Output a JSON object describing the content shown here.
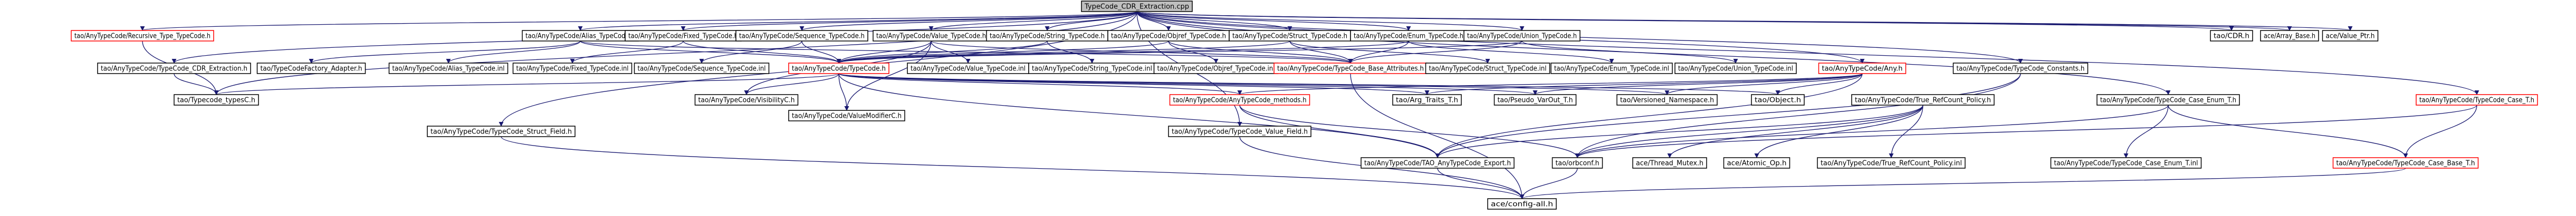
{
  "diagram": {
    "title": "TypeCode_CDR_Extraction.cpp",
    "colors": {
      "edge": "#191970",
      "box_fill": "#ffffff",
      "box_stroke": "#000000",
      "root_fill": "#bfbfbf",
      "missing_stroke": "#ff0000",
      "text": "#000000"
    },
    "nodes": [
      {
        "id": "root",
        "label": "TypeCode_CDR_Extraction.cpp",
        "kind": "root"
      },
      {
        "id": "recursive",
        "label": "tao/AnyTypeCode/Recursive_Type_TypeCode.h",
        "kind": "missing"
      },
      {
        "id": "alias",
        "label": "tao/AnyTypeCode/Alias_TypeCode.h",
        "kind": "normal"
      },
      {
        "id": "fixed",
        "label": "tao/AnyTypeCode/Fixed_TypeCode.h",
        "kind": "normal"
      },
      {
        "id": "sequence",
        "label": "tao/AnyTypeCode/Sequence_TypeCode.h",
        "kind": "normal"
      },
      {
        "id": "value",
        "label": "tao/AnyTypeCode/Value_TypeCode.h",
        "kind": "normal"
      },
      {
        "id": "string",
        "label": "tao/AnyTypeCode/String_TypeCode.h",
        "kind": "normal"
      },
      {
        "id": "objref",
        "label": "tao/AnyTypeCode/Objref_TypeCode.h",
        "kind": "normal"
      },
      {
        "id": "struct",
        "label": "tao/AnyTypeCode/Struct_TypeCode.h",
        "kind": "normal"
      },
      {
        "id": "enumtc",
        "label": "tao/AnyTypeCode/Enum_TypeCode.h",
        "kind": "normal"
      },
      {
        "id": "union",
        "label": "tao/AnyTypeCode/Union_TypeCode.h",
        "kind": "normal"
      },
      {
        "id": "cdr",
        "label": "tao/CDR.h",
        "kind": "normal"
      },
      {
        "id": "arraybase",
        "label": "ace/Array_Base.h",
        "kind": "normal"
      },
      {
        "id": "valueptr",
        "label": "ace/Value_Ptr.h",
        "kind": "normal"
      },
      {
        "id": "cdr_extract",
        "label": "tao/AnyTypeCode/TypeCode_CDR_Extraction.h",
        "kind": "normal"
      },
      {
        "id": "factory_adapter",
        "label": "tao/TypeCodeFactory_Adapter.h",
        "kind": "normal"
      },
      {
        "id": "alias_inl",
        "label": "tao/AnyTypeCode/Alias_TypeCode.inl",
        "kind": "normal"
      },
      {
        "id": "fixed_inl",
        "label": "tao/AnyTypeCode/Fixed_TypeCode.inl",
        "kind": "normal"
      },
      {
        "id": "sequence_inl",
        "label": "tao/AnyTypeCode/Sequence_TypeCode.inl",
        "kind": "normal"
      },
      {
        "id": "typecode_h",
        "label": "tao/AnyTypeCode/TypeCode.h",
        "kind": "missing"
      },
      {
        "id": "value_inl",
        "label": "tao/AnyTypeCode/Value_TypeCode.inl",
        "kind": "normal"
      },
      {
        "id": "string_inl",
        "label": "tao/AnyTypeCode/String_TypeCode.inl",
        "kind": "normal"
      },
      {
        "id": "objref_inl",
        "label": "tao/AnyTypeCode/Objref_TypeCode.inl",
        "kind": "normal"
      },
      {
        "id": "base_attr",
        "label": "tao/AnyTypeCode/TypeCode_Base_Attributes.h",
        "kind": "missing"
      },
      {
        "id": "struct_inl",
        "label": "tao/AnyTypeCode/Struct_TypeCode.inl",
        "kind": "normal"
      },
      {
        "id": "enum_inl",
        "label": "tao/AnyTypeCode/Enum_TypeCode.inl",
        "kind": "normal"
      },
      {
        "id": "union_inl",
        "label": "tao/AnyTypeCode/Union_TypeCode.inl",
        "kind": "normal"
      },
      {
        "id": "any_h",
        "label": "tao/AnyTypeCode/Any.h",
        "kind": "missing"
      },
      {
        "id": "tc_constants",
        "label": "tao/AnyTypeCode/TypeCode_Constants.h",
        "kind": "normal"
      },
      {
        "id": "typecode_typesc",
        "label": "tao/Typecode_typesC.h",
        "kind": "normal"
      },
      {
        "id": "visibilityc",
        "label": "tao/AnyTypeCode/VisibilityC.h",
        "kind": "normal"
      },
      {
        "id": "valuemodifierc",
        "label": "tao/AnyTypeCode/ValueModifierC.h",
        "kind": "normal"
      },
      {
        "id": "methods",
        "label": "tao/AnyTypeCode/AnyTypeCode_methods.h",
        "kind": "missing"
      },
      {
        "id": "argtraits",
        "label": "tao/Arg_Traits_T.h",
        "kind": "normal"
      },
      {
        "id": "pseudo",
        "label": "tao/Pseudo_VarOut_T.h",
        "kind": "normal"
      },
      {
        "id": "versioned",
        "label": "tao/Versioned_Namespace.h",
        "kind": "normal"
      },
      {
        "id": "objecth",
        "label": "tao/Object.h",
        "kind": "normal"
      },
      {
        "id": "refcount_policy",
        "label": "tao/AnyTypeCode/True_RefCount_Policy.h",
        "kind": "normal"
      },
      {
        "id": "case_enum_t",
        "label": "tao/AnyTypeCode/TypeCode_Case_Enum_T.h",
        "kind": "normal"
      },
      {
        "id": "case_t",
        "label": "tao/AnyTypeCode/TypeCode_Case_T.h",
        "kind": "missing"
      },
      {
        "id": "struct_field",
        "label": "tao/AnyTypeCode/TypeCode_Struct_Field.h",
        "kind": "normal"
      },
      {
        "id": "value_field",
        "label": "tao/AnyTypeCode/TypeCode_Value_Field.h",
        "kind": "normal"
      },
      {
        "id": "export",
        "label": "tao/AnyTypeCode/TAO_AnyTypeCode_Export.h",
        "kind": "normal"
      },
      {
        "id": "orbconf",
        "label": "tao/orbconf.h",
        "kind": "normal"
      },
      {
        "id": "thread_mutex",
        "label": "ace/Thread_Mutex.h",
        "kind": "normal"
      },
      {
        "id": "atomic_op",
        "label": "ace/Atomic_Op.h",
        "kind": "normal"
      },
      {
        "id": "refcount_inl",
        "label": "tao/AnyTypeCode/True_RefCount_Policy.inl",
        "kind": "normal"
      },
      {
        "id": "case_enum_inl",
        "label": "tao/AnyTypeCode/TypeCode_Case_Enum_T.inl",
        "kind": "normal"
      },
      {
        "id": "case_base_t",
        "label": "tao/AnyTypeCode/TypeCode_Case_Base_T.h",
        "kind": "missing"
      },
      {
        "id": "config_all",
        "label": "ace/config-all.h",
        "kind": "normal"
      }
    ],
    "edges": [
      [
        "root",
        "recursive"
      ],
      [
        "root",
        "alias"
      ],
      [
        "root",
        "fixed"
      ],
      [
        "root",
        "sequence"
      ],
      [
        "root",
        "value"
      ],
      [
        "root",
        "string"
      ],
      [
        "root",
        "objref"
      ],
      [
        "root",
        "struct"
      ],
      [
        "root",
        "enumtc"
      ],
      [
        "root",
        "union"
      ],
      [
        "root",
        "cdr"
      ],
      [
        "root",
        "arraybase"
      ],
      [
        "root",
        "valueptr"
      ],
      [
        "root",
        "cdr_extract"
      ],
      [
        "root",
        "any_h"
      ],
      [
        "root",
        "tc_constants"
      ],
      [
        "root",
        "case_enum_t"
      ],
      [
        "root",
        "case_t"
      ],
      [
        "root",
        "struct_field"
      ],
      [
        "root",
        "value_field"
      ],
      [
        "root",
        "typecode_typesc"
      ],
      [
        "recursive",
        "typecode_typesc"
      ],
      [
        "alias",
        "factory_adapter"
      ],
      [
        "alias",
        "alias_inl"
      ],
      [
        "alias",
        "typecode_h"
      ],
      [
        "alias",
        "base_attr"
      ],
      [
        "fixed",
        "fixed_inl"
      ],
      [
        "fixed",
        "typecode_h"
      ],
      [
        "sequence",
        "sequence_inl"
      ],
      [
        "sequence",
        "typecode_h"
      ],
      [
        "value",
        "value_inl"
      ],
      [
        "value",
        "typecode_h"
      ],
      [
        "value",
        "base_attr"
      ],
      [
        "value",
        "visibilityc"
      ],
      [
        "value",
        "valuemodifierc"
      ],
      [
        "string",
        "string_inl"
      ],
      [
        "string",
        "typecode_h"
      ],
      [
        "objref",
        "objref_inl"
      ],
      [
        "objref",
        "typecode_h"
      ],
      [
        "objref",
        "base_attr"
      ],
      [
        "struct",
        "struct_inl"
      ],
      [
        "struct",
        "typecode_h"
      ],
      [
        "struct",
        "base_attr"
      ],
      [
        "enumtc",
        "enum_inl"
      ],
      [
        "enumtc",
        "typecode_h"
      ],
      [
        "enumtc",
        "base_attr"
      ],
      [
        "union",
        "union_inl"
      ],
      [
        "union",
        "typecode_h"
      ],
      [
        "union",
        "base_attr"
      ],
      [
        "cdr_extract",
        "typecode_typesc"
      ],
      [
        "typecode_h",
        "typecode_typesc"
      ],
      [
        "typecode_h",
        "visibilityc"
      ],
      [
        "typecode_h",
        "valuemodifierc"
      ],
      [
        "typecode_h",
        "methods"
      ],
      [
        "typecode_h",
        "argtraits"
      ],
      [
        "typecode_h",
        "pseudo"
      ],
      [
        "typecode_h",
        "versioned"
      ],
      [
        "typecode_h",
        "objecth"
      ],
      [
        "typecode_h",
        "export"
      ],
      [
        "any_h",
        "methods"
      ],
      [
        "any_h",
        "argtraits"
      ],
      [
        "any_h",
        "pseudo"
      ],
      [
        "any_h",
        "objecth"
      ],
      [
        "any_h",
        "export"
      ],
      [
        "any_h",
        "versioned"
      ],
      [
        "tc_constants",
        "export"
      ],
      [
        "tc_constants",
        "orbconf"
      ],
      [
        "methods",
        "export"
      ],
      [
        "methods",
        "orbconf"
      ],
      [
        "base_attr",
        "config_all"
      ],
      [
        "refcount_policy",
        "export"
      ],
      [
        "refcount_policy",
        "thread_mutex"
      ],
      [
        "refcount_policy",
        "atomic_op"
      ],
      [
        "refcount_policy",
        "refcount_inl"
      ],
      [
        "refcount_policy",
        "orbconf"
      ],
      [
        "case_enum_t",
        "case_enum_inl"
      ],
      [
        "case_enum_t",
        "case_base_t"
      ],
      [
        "case_enum_t",
        "orbconf"
      ],
      [
        "case_t",
        "case_base_t"
      ],
      [
        "case_t",
        "orbconf"
      ],
      [
        "case_base_t",
        "config_all"
      ],
      [
        "struct_field",
        "config_all"
      ],
      [
        "value_field",
        "config_all"
      ],
      [
        "export",
        "config_all"
      ],
      [
        "orbconf",
        "config_all"
      ]
    ]
  }
}
